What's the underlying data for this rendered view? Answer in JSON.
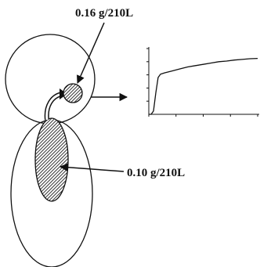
{
  "labels": {
    "upper_concentration": "0.16 g/210L",
    "lower_concentration": "0.10 g/210L"
  },
  "colors": {
    "ink": "#111111",
    "hatch_fill": "#6b6b6b",
    "background": "#ffffff"
  },
  "icons": {
    "upper_arrow": "arrow-down-left-icon",
    "lower_arrow": "arrow-left-icon",
    "chart_arrow": "arrow-right-icon",
    "connector": "curved-arrow-icon"
  },
  "chart_data": {
    "type": "line",
    "title": "",
    "xlabel": "",
    "ylabel": "",
    "x": [
      0,
      0.3,
      0.6,
      0.9,
      1.2,
      1.5,
      2,
      3,
      4,
      5,
      6,
      7,
      8,
      9,
      10,
      11,
      12,
      13,
      14
    ],
    "series": [
      {
        "values": [
          0,
          0,
          0.5,
          3.2,
          5.6,
          6.1,
          6.3,
          6.6,
          6.9,
          7.2,
          7.4,
          7.6,
          7.8,
          8.0,
          8.1,
          8.25,
          8.35,
          8.45,
          8.5
        ]
      }
    ],
    "grid": false,
    "legend": "none"
  }
}
